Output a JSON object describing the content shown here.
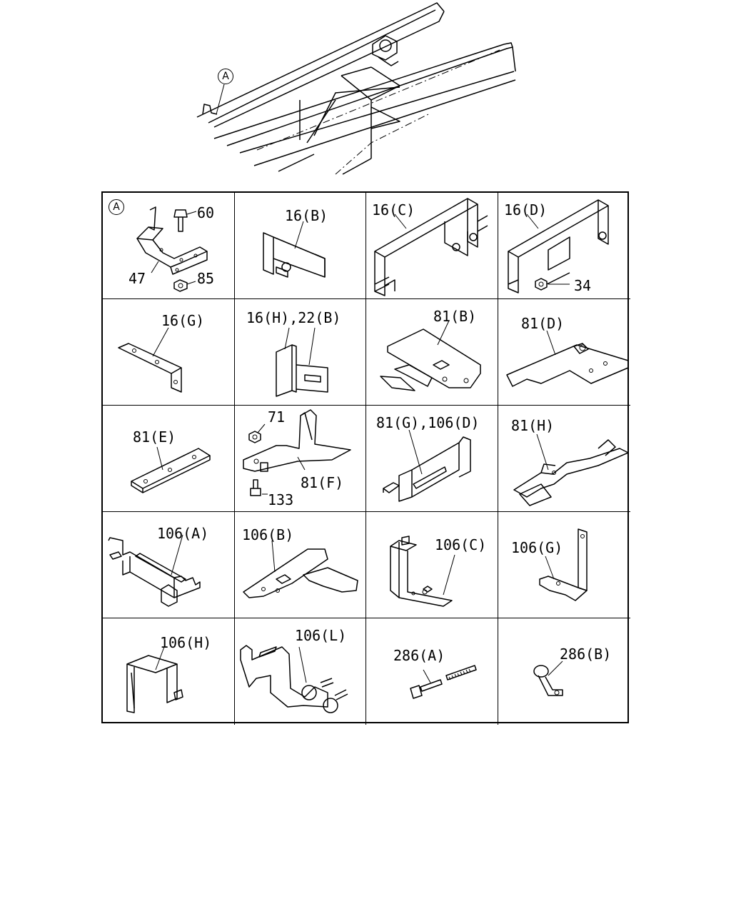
{
  "overview": {
    "detail_marker": "A"
  },
  "cells": [
    {
      "id": "a",
      "marker": "A",
      "labels": [
        "60",
        "47",
        "85"
      ]
    },
    {
      "id": "16b",
      "labels": [
        "16(B)"
      ]
    },
    {
      "id": "16c",
      "labels": [
        "16(C)"
      ]
    },
    {
      "id": "16d",
      "labels": [
        "16(D)",
        "34"
      ]
    },
    {
      "id": "16g",
      "labels": [
        "16(G)"
      ]
    },
    {
      "id": "16h",
      "labels": [
        "16(H),22(B)"
      ]
    },
    {
      "id": "81b",
      "labels": [
        "81(B)"
      ]
    },
    {
      "id": "81d",
      "labels": [
        "81(D)"
      ]
    },
    {
      "id": "81e",
      "labels": [
        "81(E)"
      ]
    },
    {
      "id": "81f",
      "labels": [
        "71",
        "81(F)",
        "133"
      ]
    },
    {
      "id": "81g",
      "labels": [
        "81(G),106(D)"
      ]
    },
    {
      "id": "81h",
      "labels": [
        "81(H)"
      ]
    },
    {
      "id": "106a",
      "labels": [
        "106(A)"
      ]
    },
    {
      "id": "106b",
      "labels": [
        "106(B)"
      ]
    },
    {
      "id": "106c",
      "labels": [
        "106(C)"
      ]
    },
    {
      "id": "106g",
      "labels": [
        "106(G)"
      ]
    },
    {
      "id": "106h",
      "labels": [
        "106(H)"
      ]
    },
    {
      "id": "106l",
      "labels": [
        "106(L)"
      ]
    },
    {
      "id": "286a",
      "labels": [
        "286(A)"
      ]
    },
    {
      "id": "286b",
      "labels": [
        "286(B)"
      ]
    }
  ]
}
